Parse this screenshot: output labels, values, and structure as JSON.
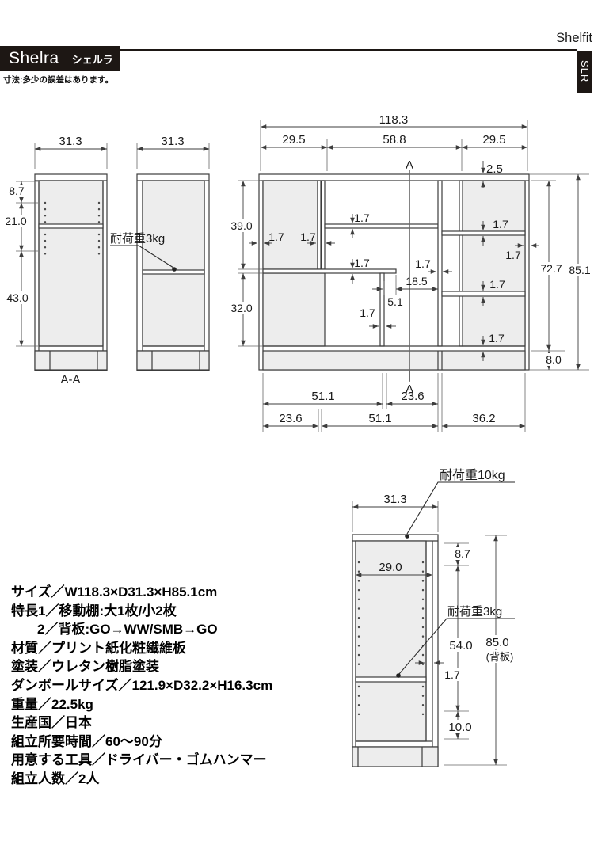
{
  "header": {
    "brand": "Shelra",
    "brand_kana": "シェルラ",
    "note": "寸法:多少の誤差はあります。",
    "series": "Shelfit",
    "code": "SLR"
  },
  "loads": {
    "shelf_small": "耐荷重3kg",
    "top_panel": "耐荷重10kg"
  },
  "dims": {
    "total_width": "118.3",
    "col_side": "29.5",
    "col_center": "58.8",
    "overhang": "2.5",
    "upper_left": "39.0",
    "lower_left": "32.0",
    "inner_height": "72.7",
    "total_height": "85.1",
    "base_height": "8.0",
    "panel_thick": "1.7",
    "shelf_right_gap": "18.5",
    "shelf_overhang": "5.1",
    "span_wide": "51.1",
    "span_narrow": "23.6",
    "span_right": "36.2",
    "depth": "31.3",
    "top_gap": "8.7",
    "hole_span": "21.0",
    "lower_span": "43.0",
    "inner_depth": "29.0",
    "shelf_travel": "54.0",
    "back_height": "85.0",
    "back_height_note": "(背板)",
    "bottom_gap": "10.0",
    "section": "A",
    "section_cut": "A-A"
  },
  "specs": {
    "lines": [
      "サイズ／W118.3×D31.3×H85.1cm",
      "特長1／移動棚:大1枚/小2枚",
      "2／背板:GO→WW/SMB→GO",
      "材質／プリント紙化粧繊維板",
      "塗装／ウレタン樹脂塗装",
      "ダンボールサイズ／121.9×D32.2×H16.3cm",
      "重量／22.5kg",
      "生産国／日本",
      "組立所要時間／60〜90分",
      "用意する工具／ドライバー・ゴムハンマー",
      "組立人数／2人"
    ]
  }
}
